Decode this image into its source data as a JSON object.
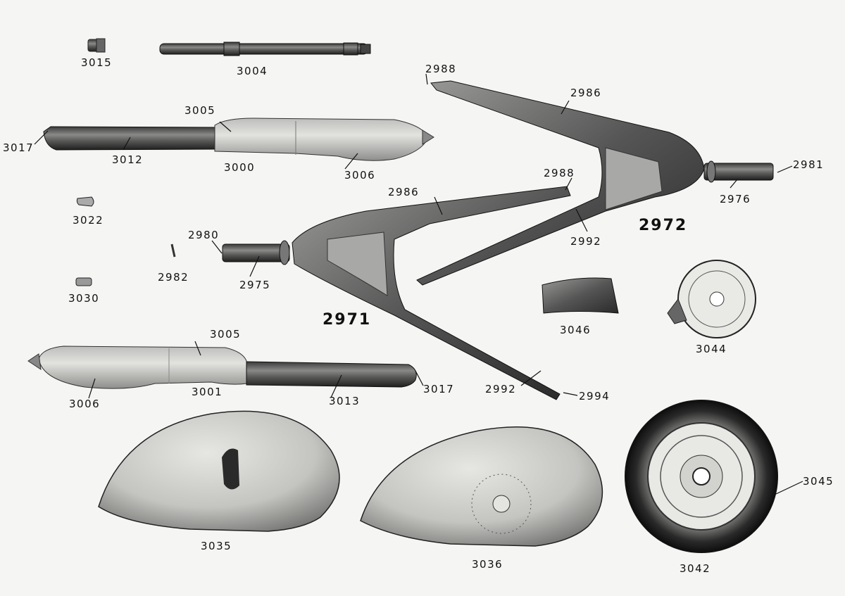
{
  "parts": {
    "p3015": "3015",
    "p3004": "3004",
    "p3005a": "3005",
    "p3017a": "3017",
    "p3012": "3012",
    "p3000": "3000",
    "p3006a": "3006",
    "p3022": "3022",
    "p2980": "2980",
    "p2982": "2982",
    "p2975": "2975",
    "p3030": "3030",
    "p2971": "2971",
    "p3005b": "3005",
    "p3006b": "3006",
    "p3001": "3001",
    "p3013": "3013",
    "p3017b": "3017",
    "p2988a": "2988",
    "p2986a": "2986",
    "p2981": "2981",
    "p2976": "2976",
    "p2988b": "2988",
    "p2986b": "2986",
    "p2972": "2972",
    "p2992a": "2992",
    "p3046": "3046",
    "p3044": "3044",
    "p2992b": "2992",
    "p2994": "2994",
    "p3045": "3045",
    "p3035": "3035",
    "p3036": "3036",
    "p3042": "3042"
  }
}
